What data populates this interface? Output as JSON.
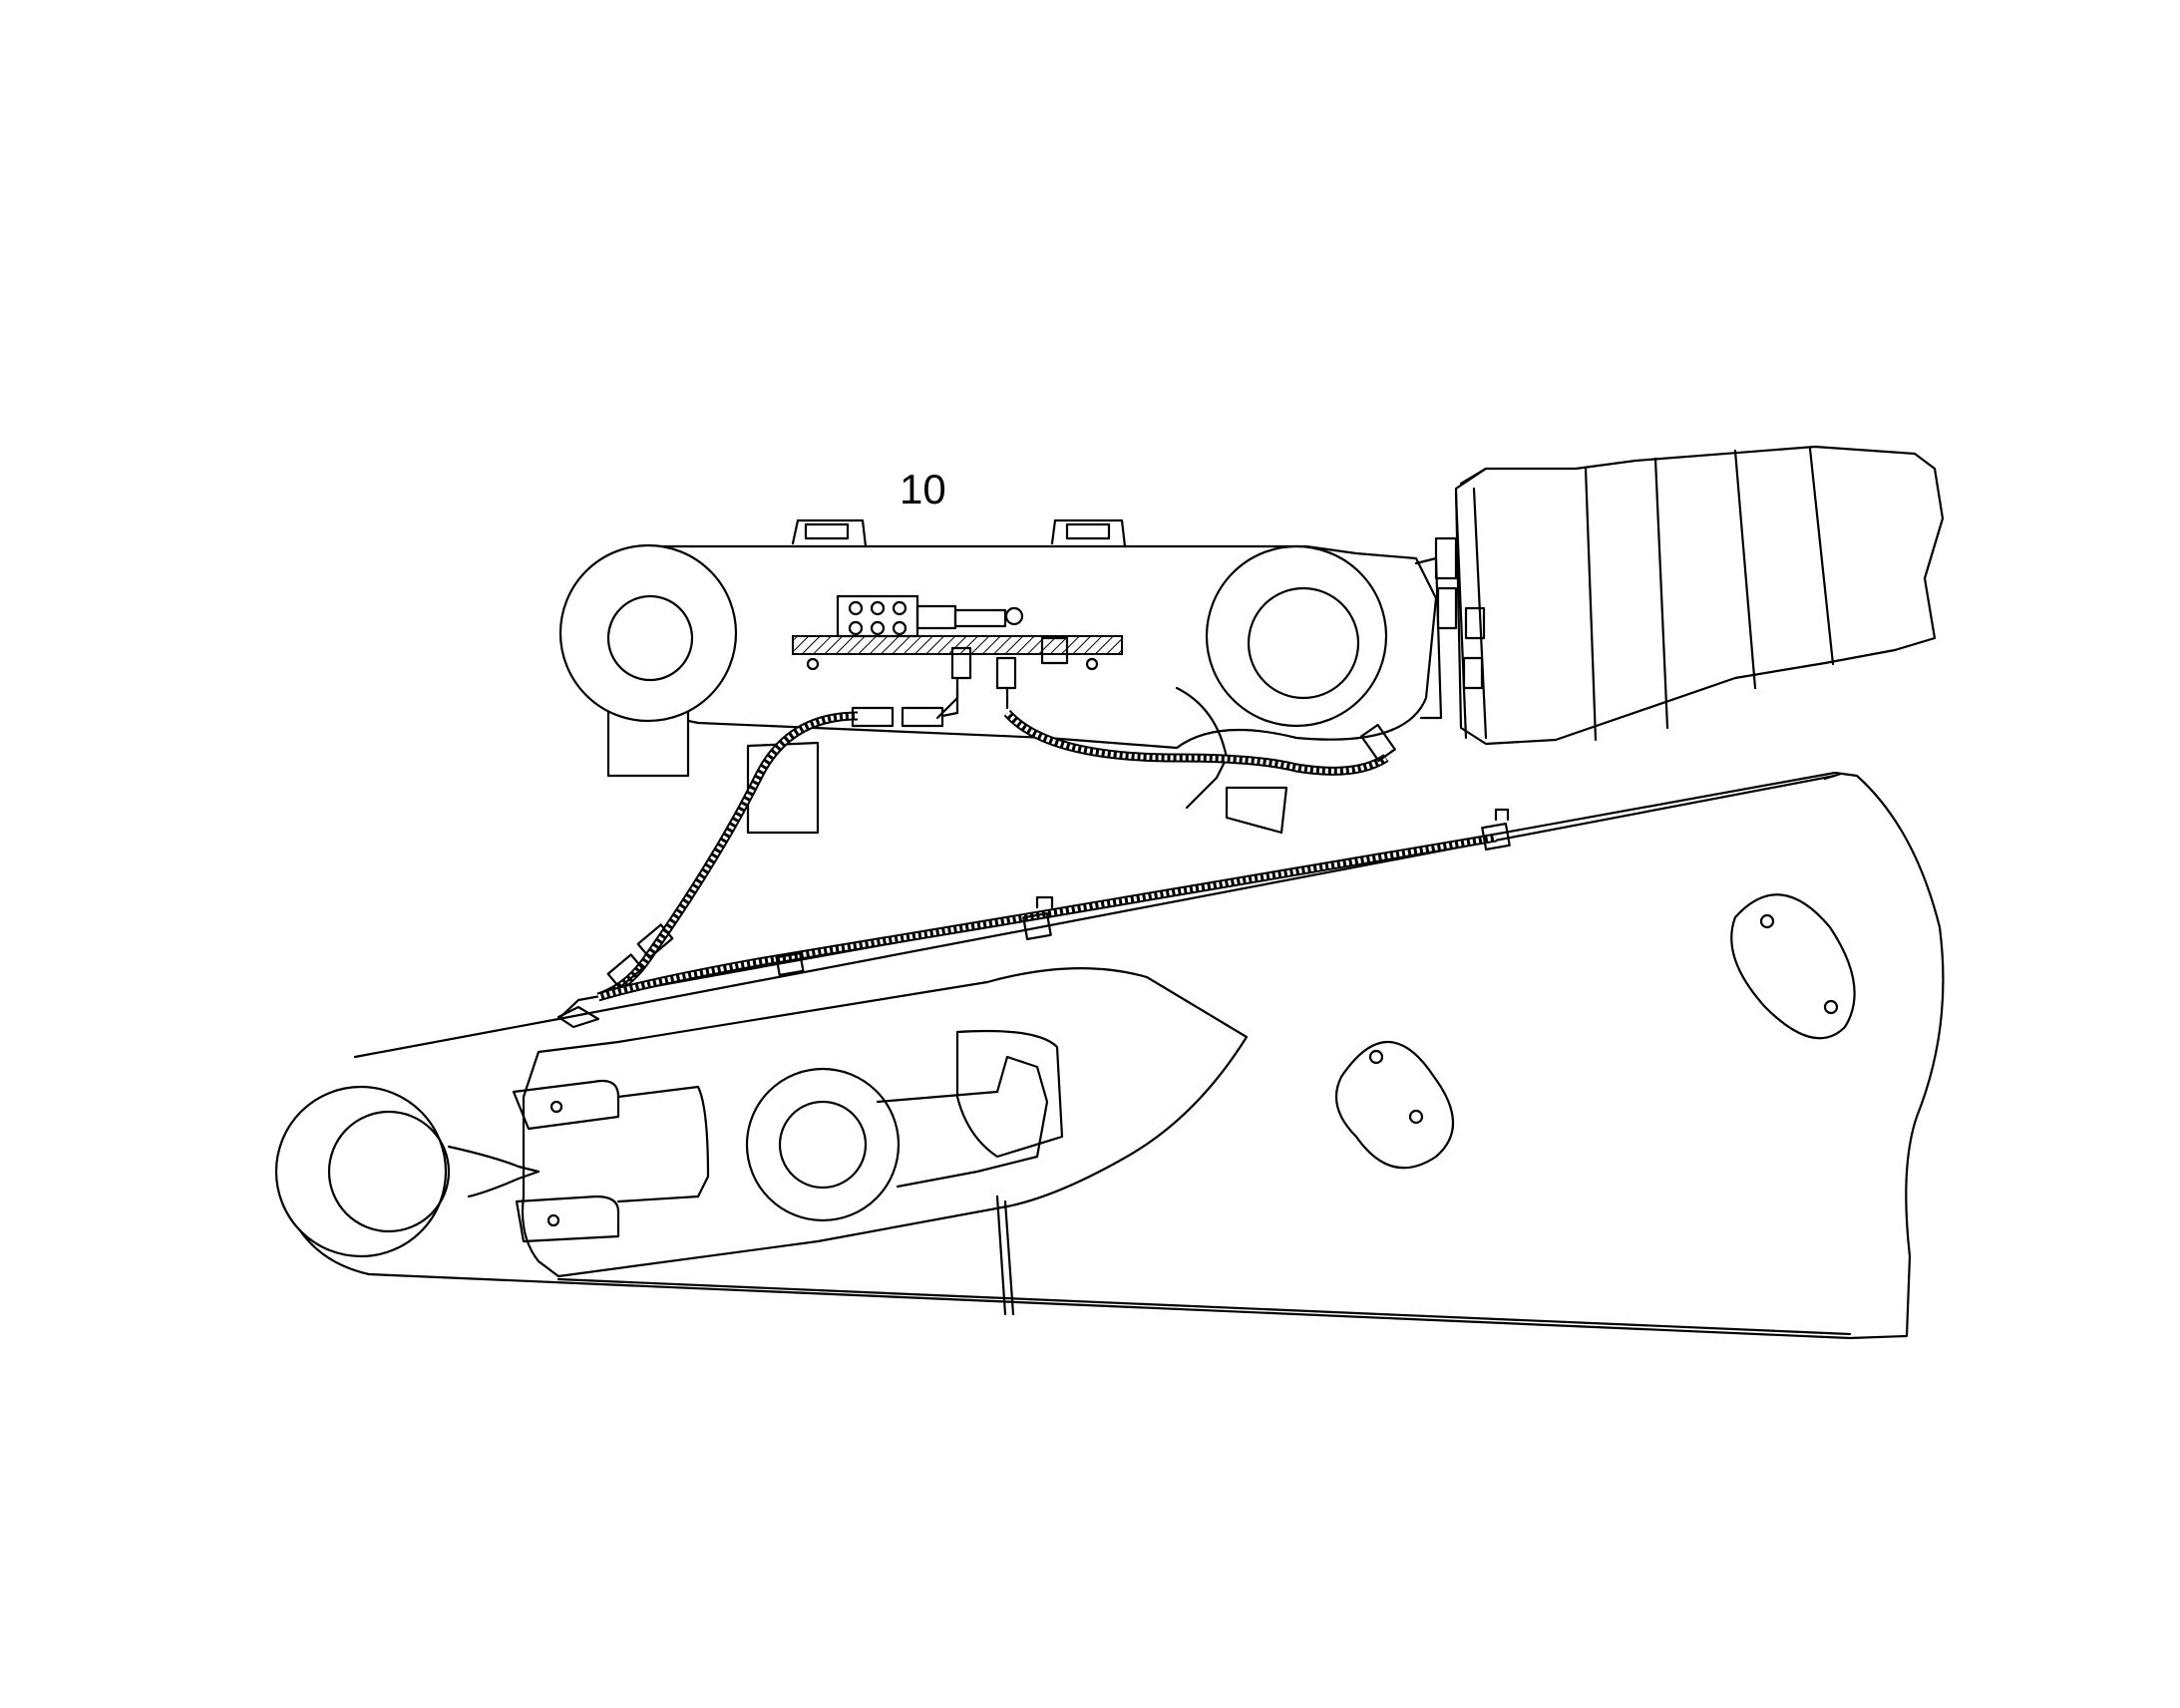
{
  "diagram": {
    "callout_number": "10",
    "colors": {
      "line": "#000000",
      "background": "#ffffff"
    },
    "parts": [
      "upper-link-arm",
      "hydraulic-cylinder-barrel",
      "boom-main-body",
      "lower-link",
      "manifold-block",
      "hydraulic-hose-upper",
      "hydraulic-hose-routed",
      "hose-clamps"
    ]
  }
}
